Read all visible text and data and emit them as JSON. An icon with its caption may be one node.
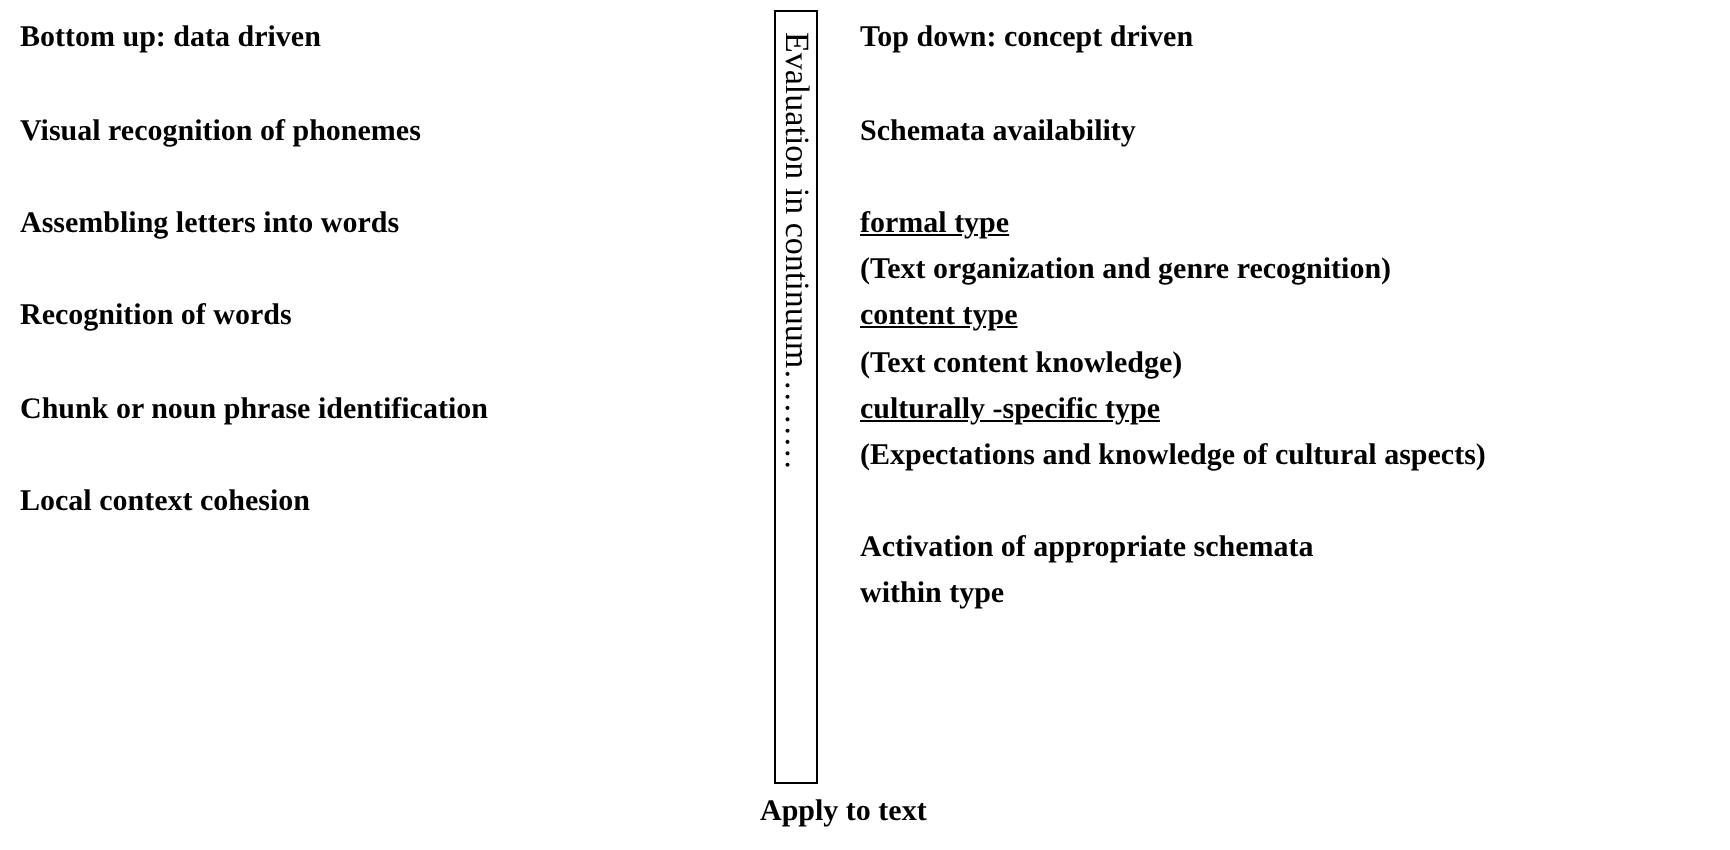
{
  "diagram": {
    "nodes": [
      {
        "text": [
          "Evaluation in continuum………"
        ]
      }
    ],
    "labels": [
      "Bottom up: data driven",
      "Visual recognition of phonemes",
      "Assembling letters into words",
      "Recognition of words",
      "Chunk or noun phrase identification",
      "Local context cohesion",
      "Top down: concept driven",
      "Schemata availability",
      "formal type",
      "(Text organization and genre recognition)",
      "content type",
      "(Text content knowledge)",
      "culturally -specific type",
      "(Expectations and knowledge of cultural aspects)",
      "Activation of appropriate schemata within type",
      "Apply to text"
    ]
  }
}
